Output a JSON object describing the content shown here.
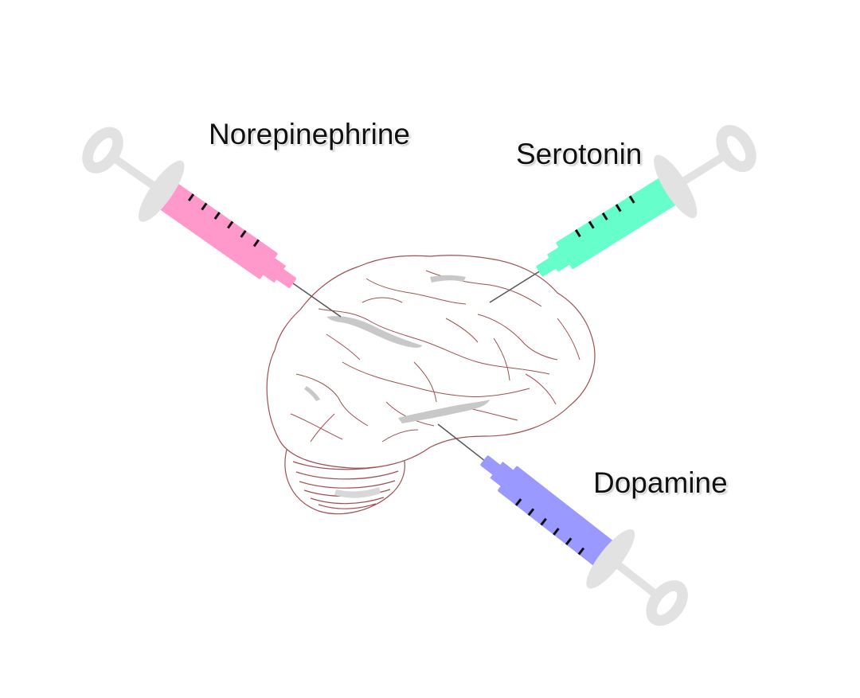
{
  "labels": {
    "norepinephrine": "Norepinephrine",
    "serotonin": "Serotonin",
    "dopamine": "Dopamine"
  },
  "colors": {
    "norepinephrine_barrel": "#ff99cc",
    "serotonin_barrel": "#66ffcc",
    "dopamine_barrel": "#9999ff",
    "plunger": "#e2e2e2",
    "brain_outline": "#a05050",
    "brain_sulci": "#c8c8c8",
    "needle": "#555555"
  },
  "icons": {
    "syringe": "syringe-icon",
    "brain": "brain-icon"
  }
}
